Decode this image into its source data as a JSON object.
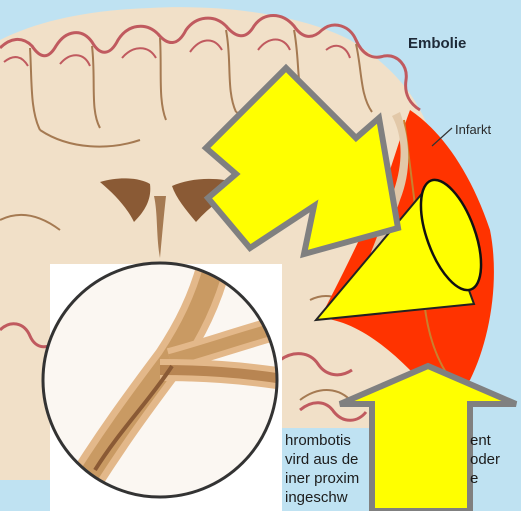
{
  "illustration": {
    "title": "Embolie",
    "infarct_label": "Infarkt",
    "caption_left": [
      "hrombotis",
      "vird aus de",
      "iner proxim",
      "ingeschw"
    ],
    "caption_right": [
      "ent",
      "oder",
      "e"
    ]
  },
  "colors": {
    "background": "#bfe2f2",
    "brain_tissue": "#f1e0c8",
    "cortex_outline": "#c05a5f",
    "sulcus_brown": "#a57a52",
    "ventricle_brown": "#8a5a35",
    "infarct_red": "#ff3300",
    "annotation_yellow": "#ffff00",
    "annotation_outline": "#808080",
    "magnifier_rim": "#333333",
    "vessel": "#c99a63"
  },
  "icons": {
    "arrow_top": "arrow-down-right-icon",
    "arrow_bottom": "arrow-up-icon"
  }
}
